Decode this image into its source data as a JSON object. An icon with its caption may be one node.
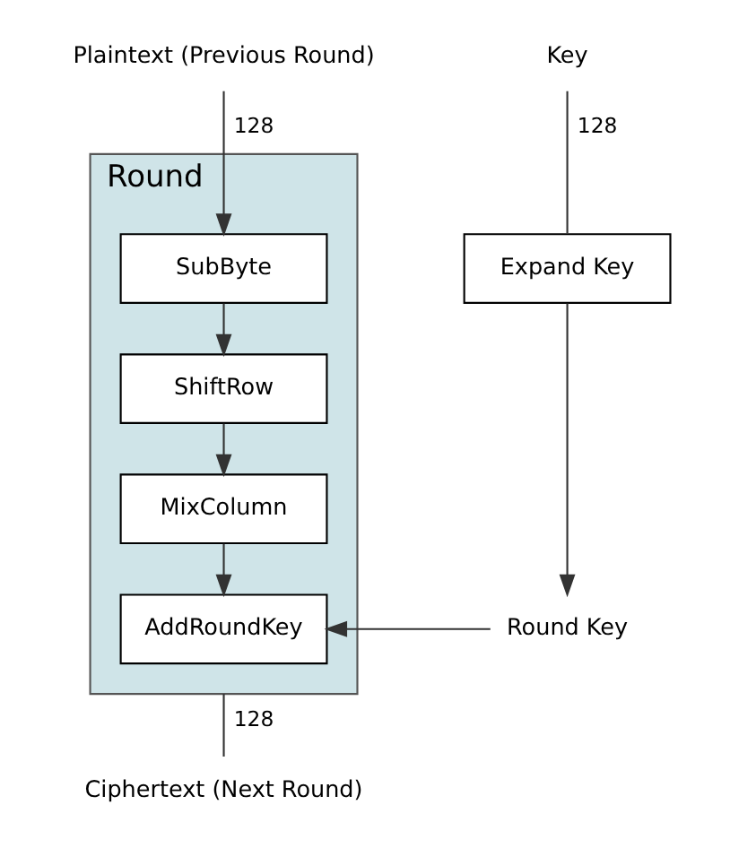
{
  "diagram": {
    "nodes": [
      {
        "text": [
          "Plaintext (Previous Round)"
        ]
      },
      {
        "text": [
          "Round"
        ]
      },
      {
        "text": [
          "SubByte"
        ],
        "in": 1
      },
      {
        "text": [
          "ShiftRow"
        ],
        "in": 1
      },
      {
        "text": [
          "MixColumn"
        ],
        "in": 1
      },
      {
        "text": [
          "AddRoundKey"
        ],
        "in": 1
      },
      {
        "text": [
          "Ciphertext (Next Round)"
        ]
      },
      {
        "text": [
          "Key"
        ]
      },
      {
        "text": [
          "Expand Key"
        ]
      },
      {
        "text": [
          "Round Key"
        ]
      }
    ],
    "edges": [
      {
        "from": 0,
        "to": 2,
        "arrow": "to",
        "label": "128"
      },
      {
        "from": 2,
        "to": 3,
        "arrow": "to"
      },
      {
        "from": 3,
        "to": 4,
        "arrow": "to"
      },
      {
        "from": 4,
        "to": 5,
        "arrow": "to"
      },
      {
        "from": 1,
        "to": 6,
        "arrow": "none",
        "label": "128"
      },
      {
        "from": 7,
        "to": 8,
        "arrow": "none",
        "label": "128"
      },
      {
        "from": 8,
        "to": 9,
        "arrow": "to"
      },
      {
        "from": 9,
        "to": 5,
        "arrow": "to"
      }
    ]
  }
}
